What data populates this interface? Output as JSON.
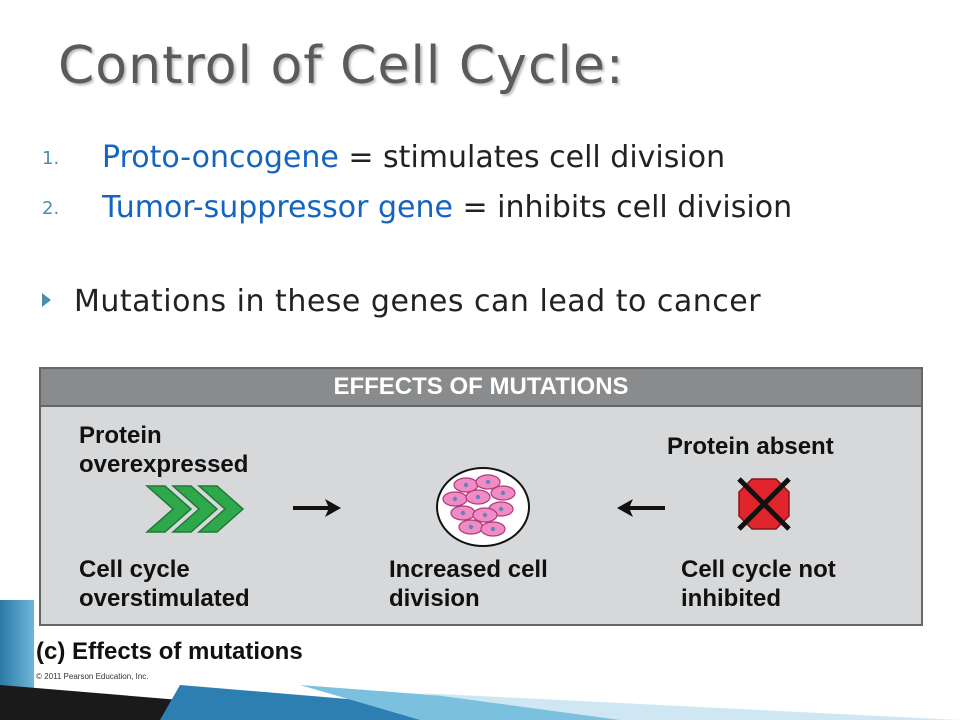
{
  "title": "Control of Cell Cycle:",
  "numbered_items": [
    {
      "num": "1.",
      "term": "Proto-oncogene",
      "rest": " = stimulates cell division"
    },
    {
      "num": "2.",
      "term": "Tumor-suppressor gene",
      "rest": " = inhibits cell division"
    }
  ],
  "bullet": "Mutations in these genes can lead to cancer",
  "figure": {
    "header": "EFFECTS OF MUTATIONS",
    "left_top": [
      "Protein",
      "overexpressed"
    ],
    "left_bottom": [
      "Cell cycle",
      "overstimulated"
    ],
    "center_bottom": [
      "Increased cell",
      "division"
    ],
    "right_top": [
      "Protein absent"
    ],
    "right_bottom": [
      "Cell cycle not",
      "inhibited"
    ],
    "caption": "(c) Effects of mutations",
    "copyright": "© 2011 Pearson Education, Inc."
  },
  "colors": {
    "accent_blue": "#1565c0",
    "arrow_green": "#2ea84a",
    "stop_red": "#e0262c",
    "cell_pink": "#f08cc4",
    "figure_bg": "#d7d8da",
    "header_gray": "#8a8b8d"
  }
}
